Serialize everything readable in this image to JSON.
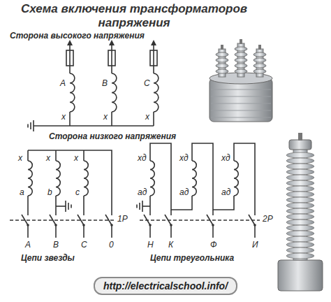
{
  "diagram": {
    "title": "Схема включения трансформаторов напряжения",
    "nodes": [
      {
        "text": [
          "http://electricalschool.info/"
        ]
      }
    ],
    "labels": [
      "Сторона высокого напряжения",
      "A",
      "B",
      "C",
      "x",
      "x",
      "x",
      "Сторона низкого напряжения",
      "x",
      "x",
      "x",
      "a",
      "b",
      "c",
      "1Р",
      "A",
      "B",
      "C",
      "0",
      "Цепи звезды",
      "хд",
      "хд",
      "хд",
      "ад",
      "ад",
      "ад",
      "2Р",
      "Н",
      "К",
      "Ф",
      "И",
      "Цепи треугольника"
    ]
  }
}
